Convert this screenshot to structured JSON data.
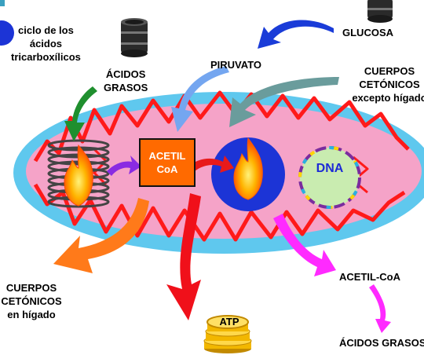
{
  "labels": {
    "ciclo": [
      "ciclo de los",
      "ácidos",
      "tricarboxílicos"
    ],
    "acidos_grasos_in": [
      "ÁCIDOS",
      "GRASOS"
    ],
    "piruvato": "PIRUVATO",
    "glucosa": "GLUCOSA",
    "cuerpos_in": [
      "CUERPOS",
      "CETÓNICOS",
      "excepto hígado"
    ],
    "acetil_coa_box": [
      "ACETIL",
      "CoA"
    ],
    "dna": "DNA",
    "cuerpos_out": [
      "CUERPOS",
      "CETÓNICOS",
      "en hígado"
    ],
    "atp": "ATP",
    "acetil_coa_out": "ACETIL-CoA",
    "acidos_grasos_out": "ÁCIDOS GRASOS"
  },
  "colors": {
    "outer_membrane": "#5fc8ee",
    "matrix": "#f5a3c8",
    "cristae": "#ff1a1a",
    "acetil_box": "#ff6a00",
    "krebs_sphere": "#1c34d6",
    "dna_ring": "#c9ecb0",
    "arrow_glucosa": "#1a3cd8",
    "arrow_piruvato": "#74a6f0",
    "arrow_cuerpos_in": "#6a9c9c",
    "arrow_acidos_in": "#1f8f2e",
    "arrow_beta_to_acetil": "#8a2be2",
    "arrow_acetil_to_krebs": "#e81a1a",
    "arrow_cuerpos_out": "#ff7a1a",
    "arrow_atp": "#f0101a",
    "arrow_acetil_out": "#ff2aff",
    "coin_gold": "#f2b700"
  },
  "icons": [
    "barrel-icon",
    "flame-icon",
    "coin-stack-icon"
  ]
}
